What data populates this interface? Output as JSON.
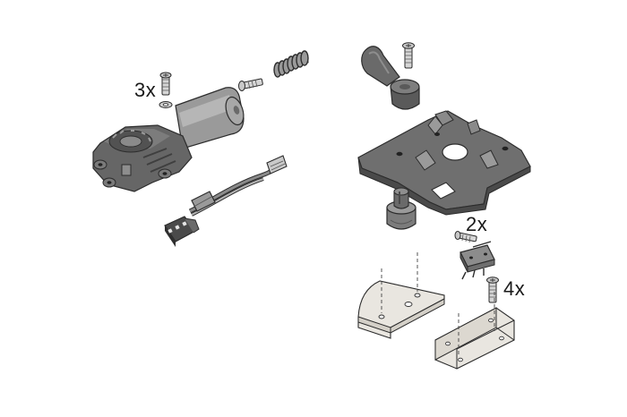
{
  "labels": {
    "screw_qty_motor": "3x",
    "screw_qty_switch": "2x",
    "screw_qty_bracket": "4x"
  },
  "colors": {
    "part_dark": "#5d5d5d",
    "part_mid": "#8a8a8a",
    "part_light": "#b5b5b5",
    "metal": "#d2d2d2",
    "bracket": "#e9e6e0",
    "outline": "#2c2c2c"
  },
  "icons": {
    "motor": "gear-motor-icon",
    "cable": "wiring-harness-icon",
    "spring": "coil-spring-icon",
    "lever": "wing-lever-icon",
    "plate": "base-plate-icon",
    "knob": "knob-icon",
    "switch": "micro-switch-icon",
    "screw": "screw-icon",
    "washer": "washer-icon",
    "bracket_half_round": "half-round-bracket-icon",
    "bracket_angle": "angle-bracket-icon"
  }
}
